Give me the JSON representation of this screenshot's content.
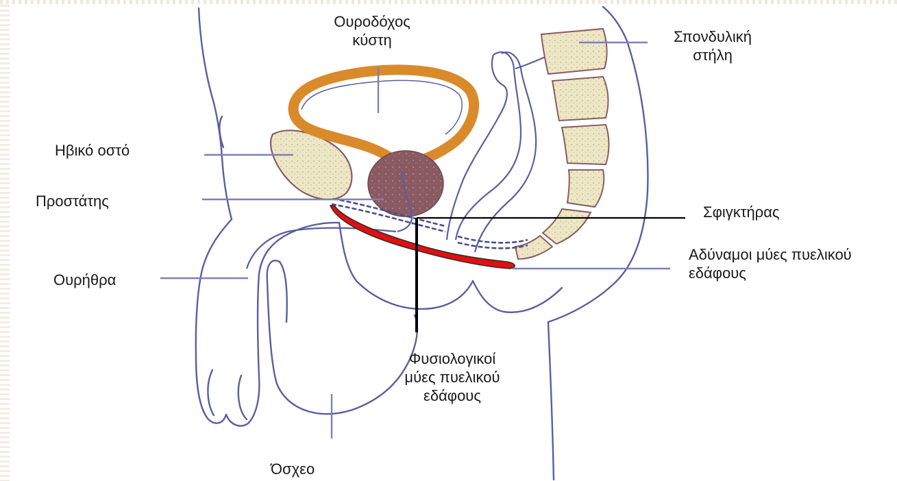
{
  "labels": {
    "bladder": [
      "Ουροδόχος",
      "κύστη"
    ],
    "spine": [
      "Σπονδυλική",
      "στήλη"
    ],
    "pubic_bone": "Ηβικό οστό",
    "prostate": "Προστάτης",
    "sphincter": "Σφιγκτήρας",
    "weak_muscles": [
      "Αδύναμοι μύες πυελικού",
      "εδάφους"
    ],
    "urethra": "Ουρήθρα",
    "normal_muscles": [
      "Φυσιολογικοί",
      "μύες πυελικού",
      "εδάφους"
    ],
    "scrotum": "Όσχεο"
  },
  "colors": {
    "outline": "#5a5e9e",
    "leader": "#7d80b8",
    "bladder": "#d98a2a",
    "prostate": "#8a5a62",
    "bone": "#ede7c6",
    "weak_muscle": "#e01010",
    "black_line": "#000000"
  }
}
